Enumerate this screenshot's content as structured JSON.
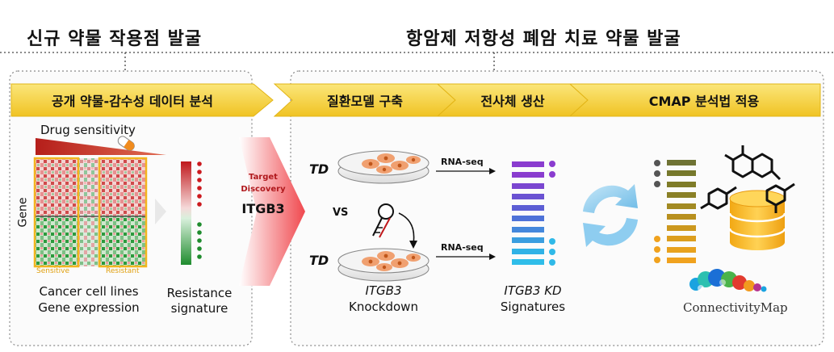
{
  "left_heading": "신규 약물 작용점 발굴",
  "right_heading": "항암제 저항성 폐암 치료 약물 발굴",
  "banner": {
    "step1": "공개 약물-감수성 데이터 분석",
    "step2": "질환모델 구축",
    "step3": "전사체 생산",
    "step4": "CMAP 분석법 적용"
  },
  "heatmap": {
    "drug_sensitivity": "Drug sensitivity",
    "gene_axis": "Gene",
    "sensitive": "Sensitive",
    "resistant": "Resistant",
    "caption_line1": "Cancer cell lines",
    "caption_line2": "Gene expression"
  },
  "signature": {
    "line1": "Resistance",
    "line2": "signature"
  },
  "target": {
    "line1": "Target",
    "line2": "Discovery",
    "gene": "ITGB3"
  },
  "model": {
    "td_top": "TD",
    "td_bottom": "TD",
    "vs": "VS",
    "rnaseq_top": "RNA-seq",
    "rnaseq_bottom": "RNA-seq",
    "knock_gene": "ITGB3",
    "knock_label": "Knockdown"
  },
  "signatures": {
    "gene": "ITGB3 KD",
    "label": "Signatures"
  },
  "cmap": {
    "logo_text": "ConnectivityMap"
  },
  "colors": {
    "banner_fill": "#f6d23a",
    "up_purple": "#8a3ccf",
    "down_cyan": "#2fb9e8",
    "olive": "#76782c",
    "orange": "#f0a21e",
    "red": "#c0181c",
    "green": "#1f8c2e"
  }
}
